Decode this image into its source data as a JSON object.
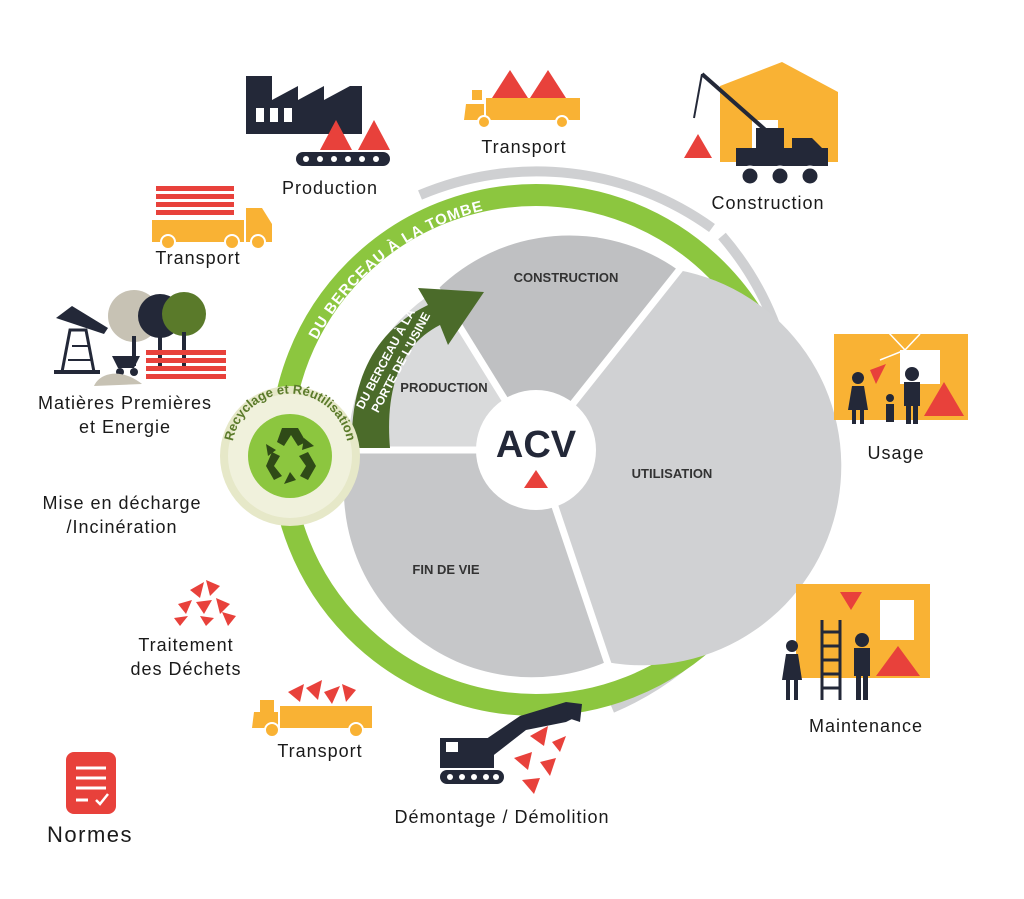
{
  "center": {
    "title": "ACV"
  },
  "ring": {
    "outer_label": "DU BERCEAU À LA TOMBE"
  },
  "arrow": {
    "line1": "DU BERCEAU À LA",
    "line2": "PORTE DE L'USINE"
  },
  "recycle": {
    "label": "Recyclage et Réutilisation"
  },
  "sectors": {
    "construction": "CONSTRUCTION",
    "production": "PRODUCTION",
    "utilisation": "UTILISATION",
    "fin_de_vie": "FIN DE VIE"
  },
  "stages": {
    "production": "Production",
    "transport_top": "Transport",
    "construction": "Construction",
    "transport_left": "Transport",
    "matieres_1": "Matières Premières",
    "matieres_2": "et Energie",
    "usage": "Usage",
    "decharge_1": "Mise en décharge",
    "decharge_2": "/Incinération",
    "traitement_1": "Traitement",
    "traitement_2": "des Déchets",
    "maintenance": "Maintenance",
    "transport_bottom": "Transport",
    "demolition": "Démontage / Démolition",
    "normes": "Normes"
  },
  "colors": {
    "green": "#8cc63f",
    "dark_green": "#4b6b2a",
    "sector_gray": "#c6c7c9",
    "light_gray": "#d9dadb",
    "orange": "#f9b234",
    "red": "#e8413b",
    "navy": "#232838"
  },
  "icons": [
    "factory-icon",
    "truck-icon",
    "crane-truck-icon",
    "oil-pump-icon",
    "trees-icon",
    "recycle-icon",
    "usage-scene-icon",
    "maintenance-scene-icon",
    "debris-icon",
    "excavator-icon",
    "document-icon"
  ]
}
